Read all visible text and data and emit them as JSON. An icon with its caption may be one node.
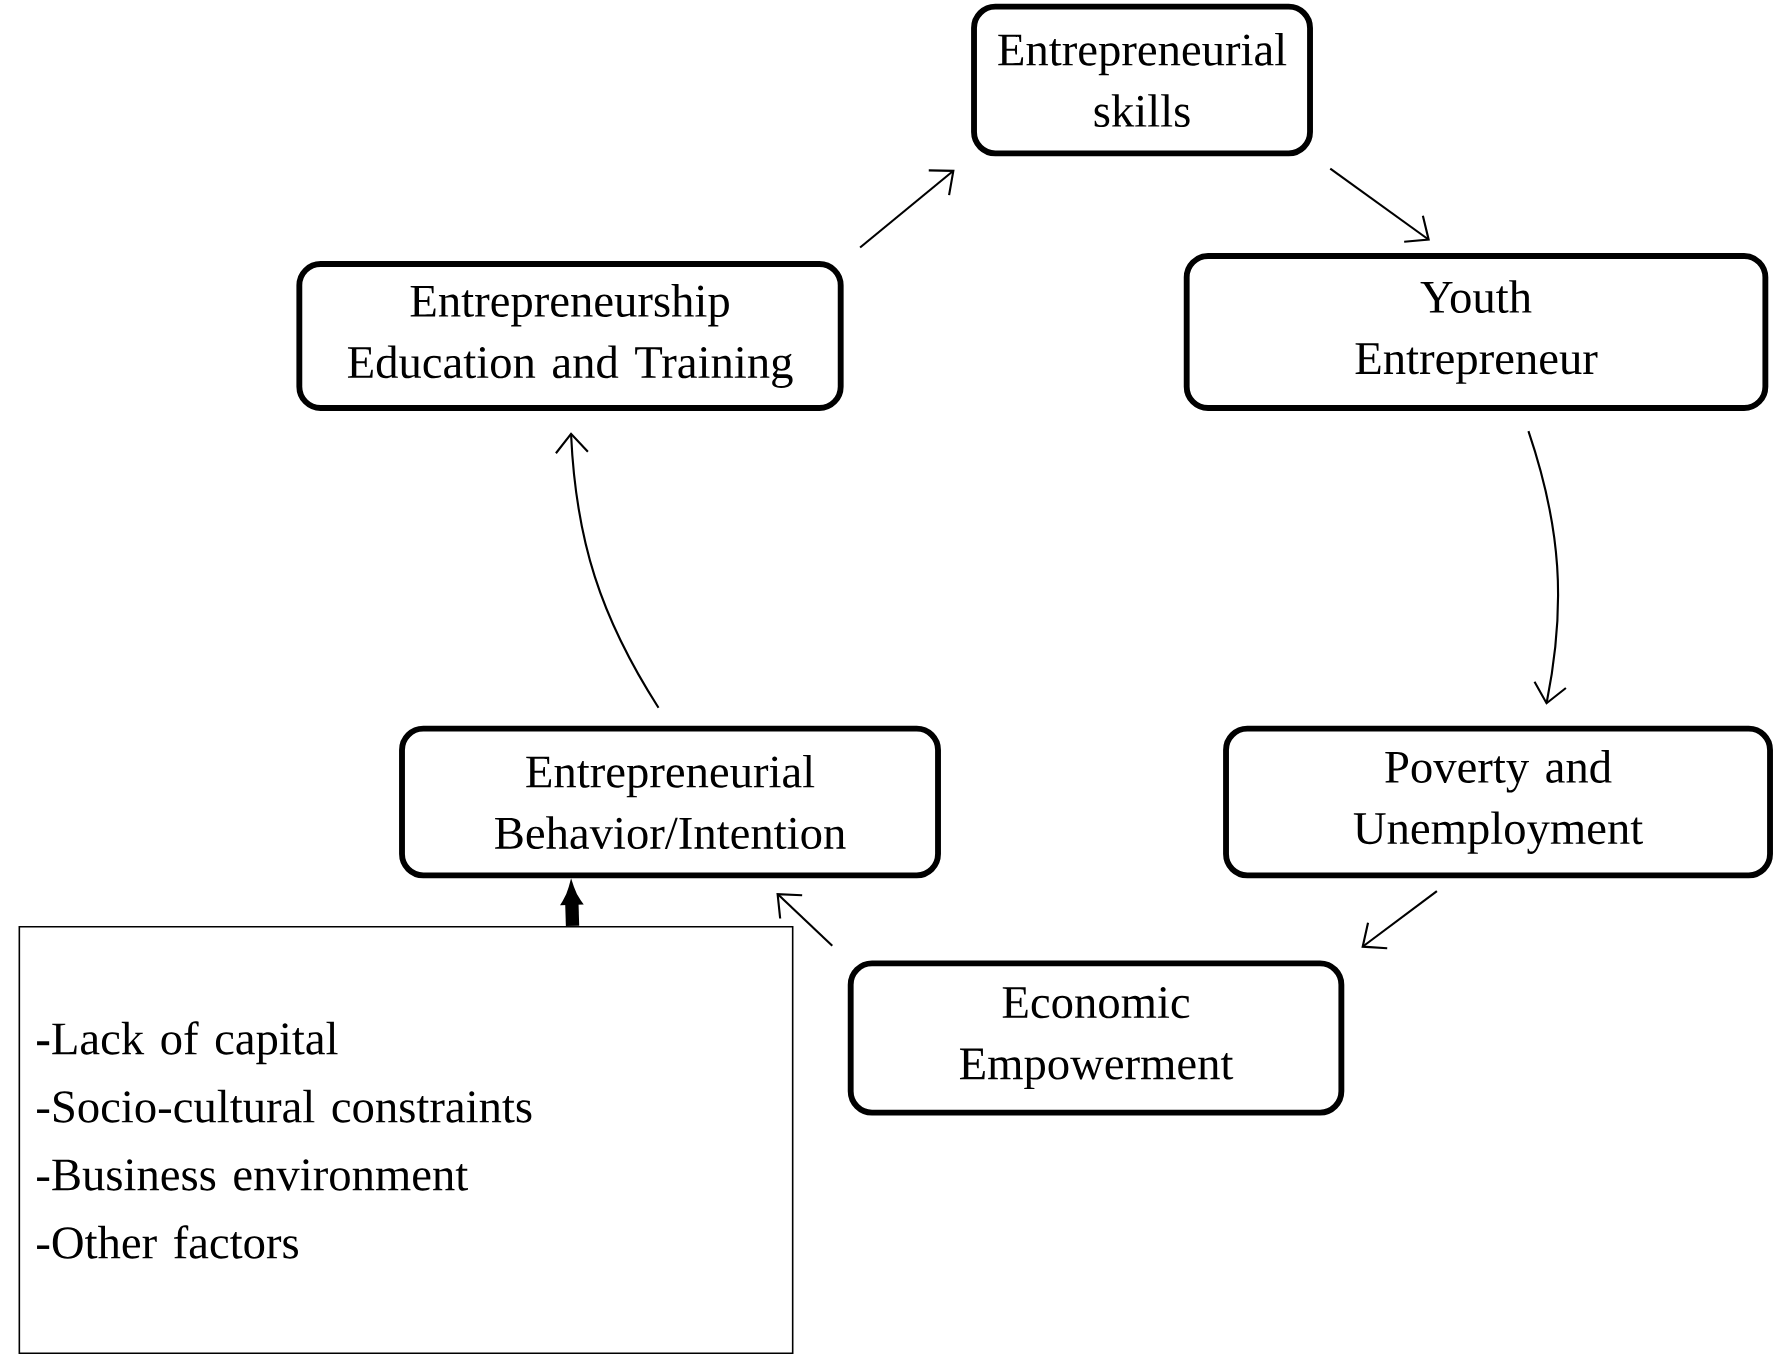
{
  "diagram": {
    "nodes": [
      {
        "text": [
          "Entrepreneurial skills"
        ]
      },
      {
        "text": [
          "Youth Entrepreneur"
        ]
      },
      {
        "text": [
          "Entrepreneurship Education and Training"
        ]
      },
      {
        "text": [
          "Poverty and Unemployment"
        ]
      },
      {
        "text": [
          "Entrepreneurial Behavior/Intention"
        ]
      },
      {
        "text": [
          "Economic Empowerment"
        ]
      },
      {
        "text": [
          "**-**Lack of capital",
          "-Socio-cultural constraints",
          "-Business environment",
          "-Other factors"
        ]
      }
    ],
    "edges": [
      {
        "from": 2,
        "to": 0,
        "arrow": "to"
      },
      {
        "from": 0,
        "to": 1,
        "arrow": "to"
      },
      {
        "from": 1,
        "to": 3,
        "arrow": "to"
      },
      {
        "from": 3,
        "to": 5,
        "arrow": "to"
      },
      {
        "from": 5,
        "to": 4,
        "arrow": "to"
      },
      {
        "from": 4,
        "to": 2,
        "arrow": "to"
      },
      {
        "from": 6,
        "to": 4,
        "arrow": "to",
        "style": "thick"
      }
    ]
  }
}
